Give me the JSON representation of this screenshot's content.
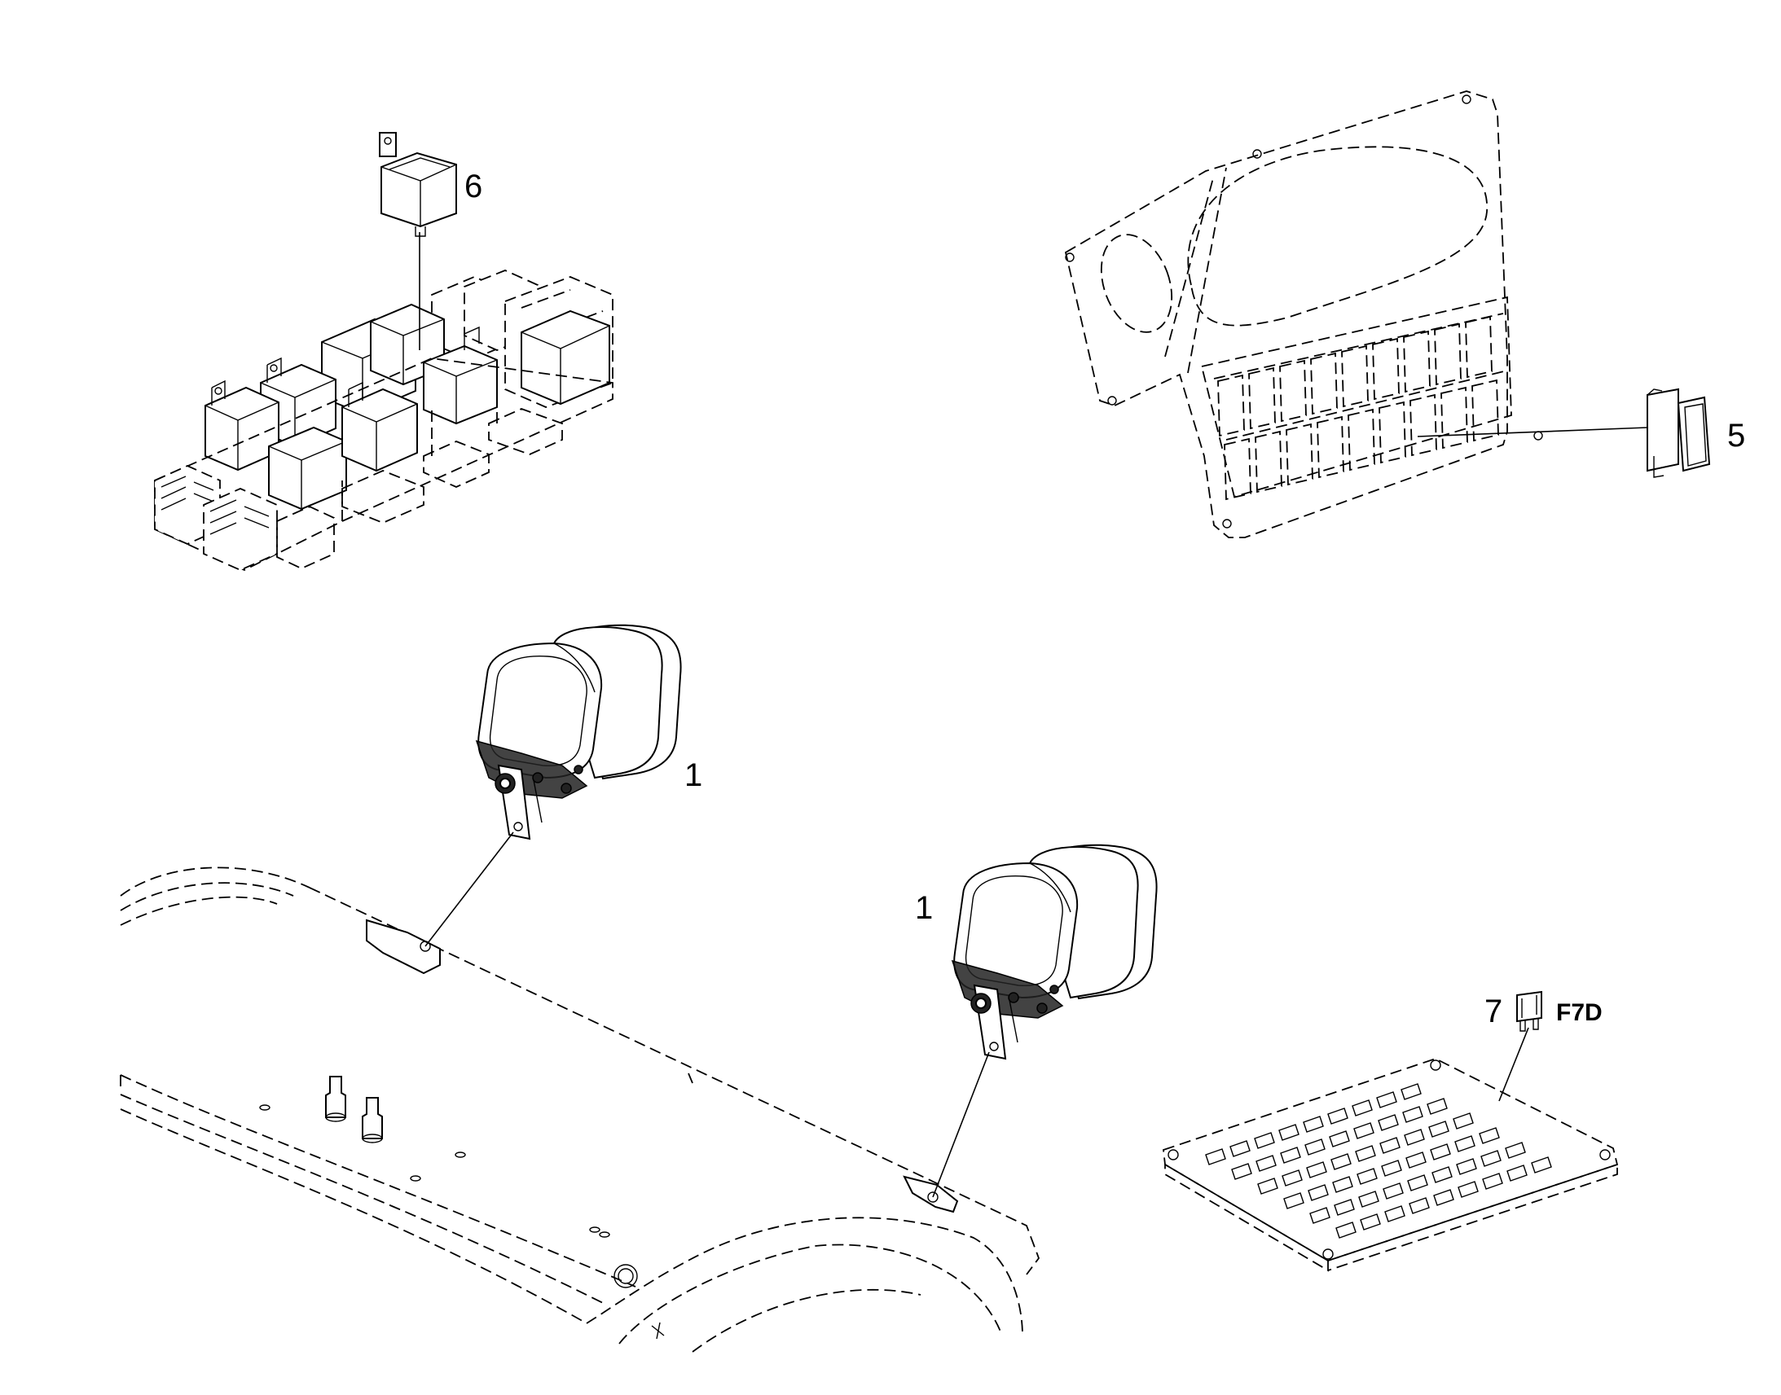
{
  "diagram": {
    "callouts": {
      "relay": "6",
      "switch": "5",
      "horn_left": "1",
      "horn_right": "1",
      "fuse": "7",
      "fuse_code": "F7D"
    }
  }
}
